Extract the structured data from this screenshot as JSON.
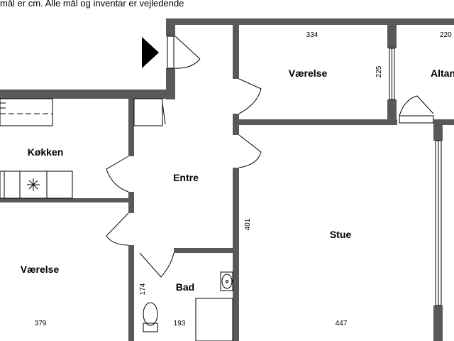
{
  "header": {
    "note": "mål er cm. Alle mål og inventar er vejledende"
  },
  "rooms": {
    "vaerelse_top": "Værelse",
    "altan": "Altan",
    "koekken": "Køkken",
    "entre": "Entre",
    "stue": "Stue",
    "vaerelse_left": "Værelse",
    "bad": "Bad"
  },
  "dimensions": {
    "vaerelse_top_width": "334",
    "altan_width": "220",
    "vaerelse_top_depth": "225",
    "stue_depth": "401",
    "bad_depth": "174",
    "vaerelse_left_width": "379",
    "bad_width": "193",
    "stue_width": "447"
  },
  "colors": {
    "wall": "#595959",
    "line": "#000000",
    "background": "#ffffff"
  }
}
